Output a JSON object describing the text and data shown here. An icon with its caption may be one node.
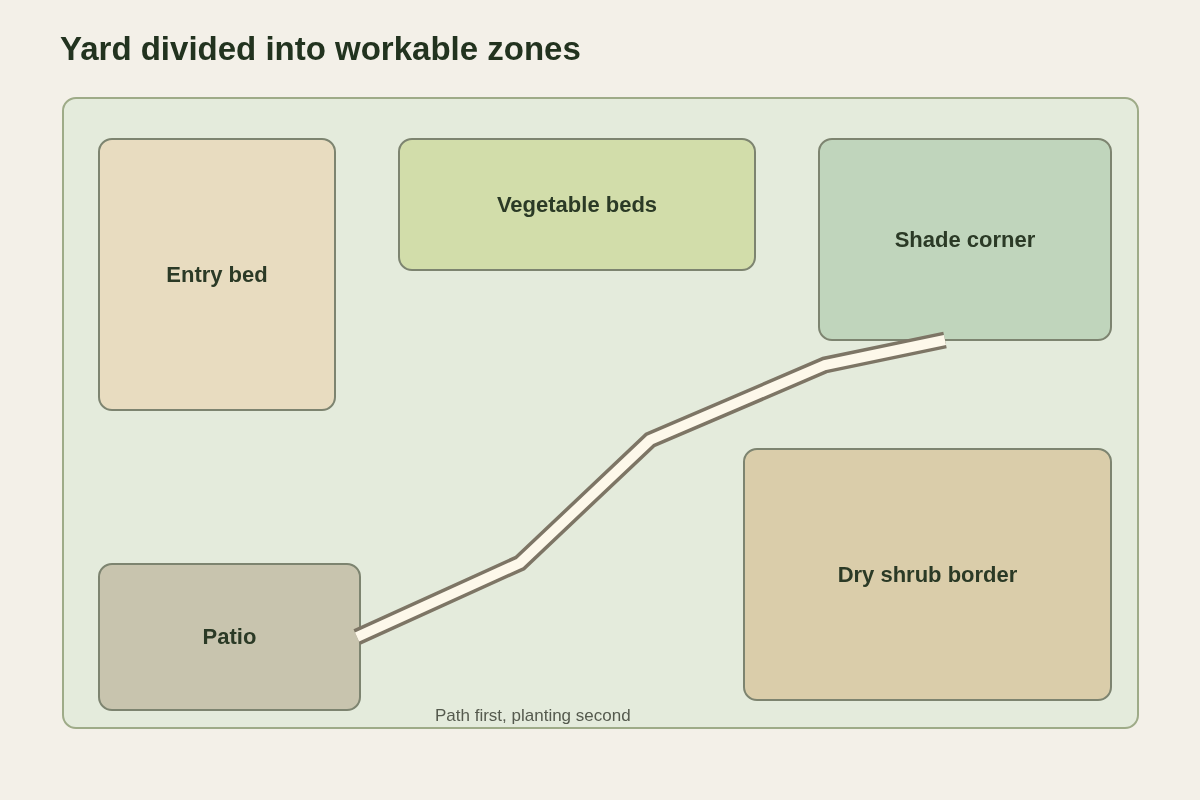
{
  "diagram": {
    "title": "Yard divided into workable zones",
    "nodes": [
      {
        "text": [],
        "shape": "box"
      },
      {
        "text": [
          "Entry bed"
        ],
        "in": 0
      },
      {
        "text": [
          "Vegetable beds"
        ],
        "in": 0
      },
      {
        "text": [
          "Shade corner"
        ],
        "in": 0
      },
      {
        "text": [
          "Patio"
        ],
        "in": 0
      },
      {
        "text": [
          "Dry shrub border"
        ],
        "in": 0
      }
    ],
    "edges": [
      {
        "from": 4,
        "to": 3,
        "arrow": "none"
      }
    ],
    "labels": [
      "Path first, planting second"
    ]
  }
}
